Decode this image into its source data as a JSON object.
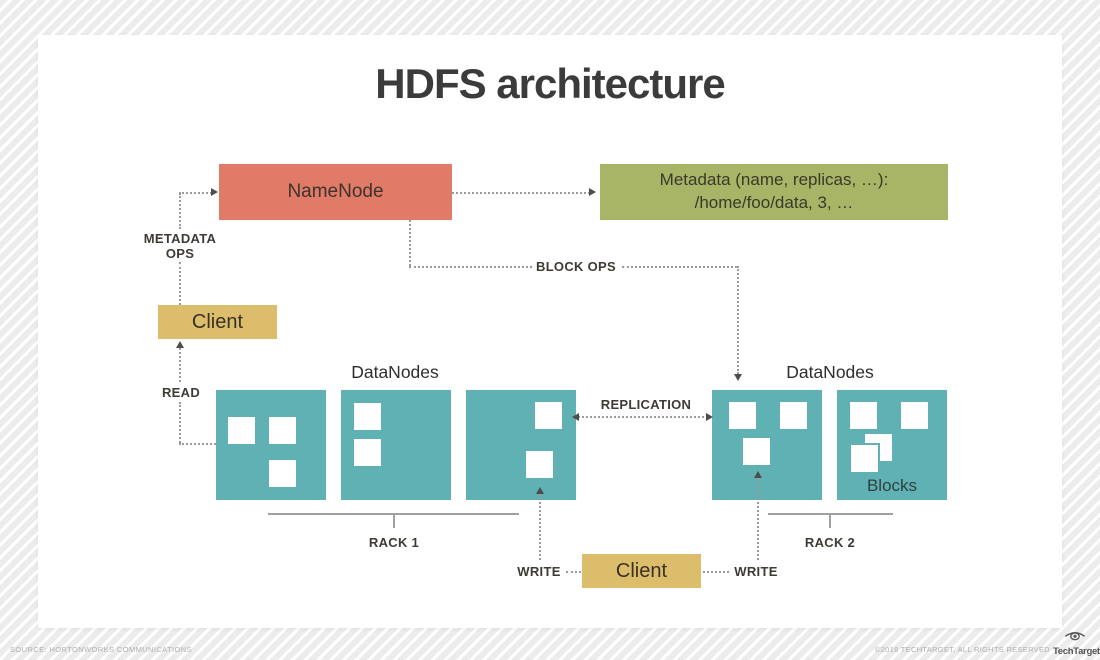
{
  "title": "HDFS architecture",
  "diagram": {
    "namenode": {
      "label": "NameNode"
    },
    "metadata": {
      "line1": "Metadata (name, replicas, …):",
      "line2": "/home/foo/data, 3, …"
    },
    "client_read": {
      "label": "Client"
    },
    "client_write": {
      "label": "Client"
    },
    "rack1": {
      "title": "DataNodes",
      "label": "RACK 1"
    },
    "rack2": {
      "title": "DataNodes",
      "label": "RACK 2"
    },
    "blocks_label": "Blocks",
    "edges": {
      "metadata_ops_1": "METADATA",
      "metadata_ops_2": "OPS",
      "block_ops": "BLOCK OPS",
      "read": "READ",
      "replication": "REPLICATION",
      "write_left": "WRITE",
      "write_right": "WRITE"
    }
  },
  "footer": {
    "source": "SOURCE: HORTONWORKS COMMUNICATIONS",
    "copyright": "©2018 TECHTARGET, ALL RIGHTS RESERVED",
    "brand": "TechTarget"
  },
  "colors": {
    "namenode_fill": "#e07b68",
    "metadata_fill": "#a9b566",
    "client_fill": "#dcbd6b",
    "datanode_fill": "#5fb1b4",
    "title_text": "#3b3b3b",
    "label_text": "#3e3a35",
    "connector": "#9b9b9b",
    "background_stripe": "#ececec"
  }
}
